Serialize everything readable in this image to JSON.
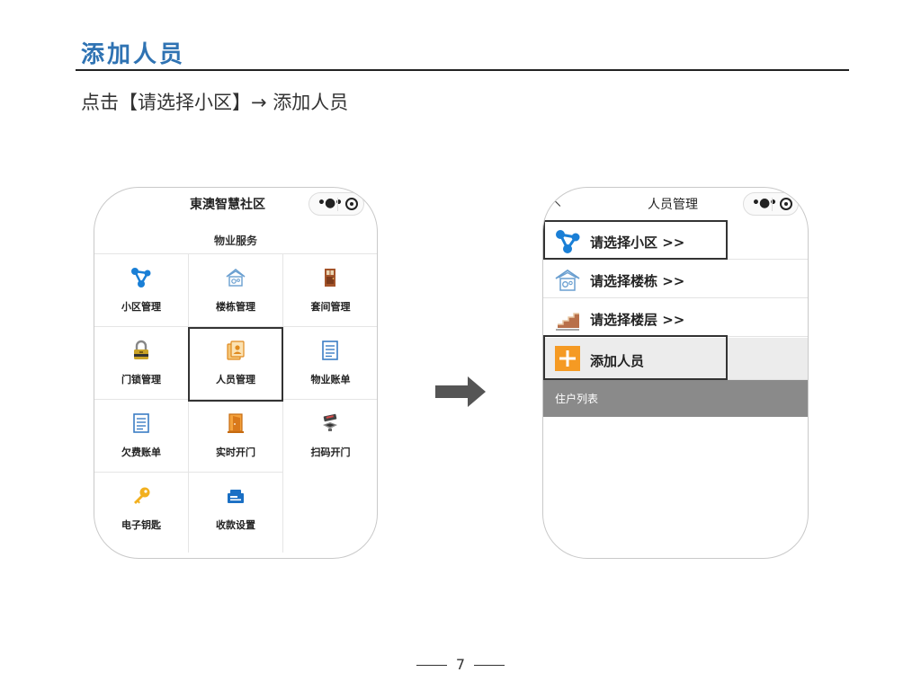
{
  "header": {
    "title": "添加人员",
    "instruction": "点击【请选择小区】→ 添加人员"
  },
  "phone_home": {
    "nav_title": "東澳智慧社区",
    "section_label": "物业服务",
    "grid": [
      {
        "label": "小区管理",
        "icon": "community-network-icon"
      },
      {
        "label": "楼栋管理",
        "icon": "building-gear-icon"
      },
      {
        "label": "套间管理",
        "icon": "door-icon"
      },
      {
        "label": "门锁管理",
        "icon": "padlock-icon"
      },
      {
        "label": "人员管理",
        "icon": "person-card-icon"
      },
      {
        "label": "物业账单",
        "icon": "bill-document-icon"
      },
      {
        "label": "欠费账单",
        "icon": "bill-document-icon"
      },
      {
        "label": "实时开门",
        "icon": "open-door-icon"
      },
      {
        "label": "扫码开门",
        "icon": "qr-scanner-icon"
      },
      {
        "label": "电子钥匙",
        "icon": "key-icon"
      },
      {
        "label": "收款设置",
        "icon": "payment-settings-icon"
      }
    ]
  },
  "phone_people": {
    "nav_title": "人员管理",
    "menu": [
      {
        "label": "请选择小区 >>",
        "icon": "community-network-icon"
      },
      {
        "label": "请选择楼栋 >>",
        "icon": "building-gear-icon"
      },
      {
        "label": "请选择楼层 >>",
        "icon": "stairs-icon"
      }
    ],
    "add_button": "添加人员",
    "list_header": "住户列表"
  },
  "page_number": "7",
  "colors": {
    "title_blue": "#2f73b3",
    "icon_blue": "#1a7fd6",
    "icon_orange": "#f59a23",
    "header_grey": "#8a8a8a"
  }
}
